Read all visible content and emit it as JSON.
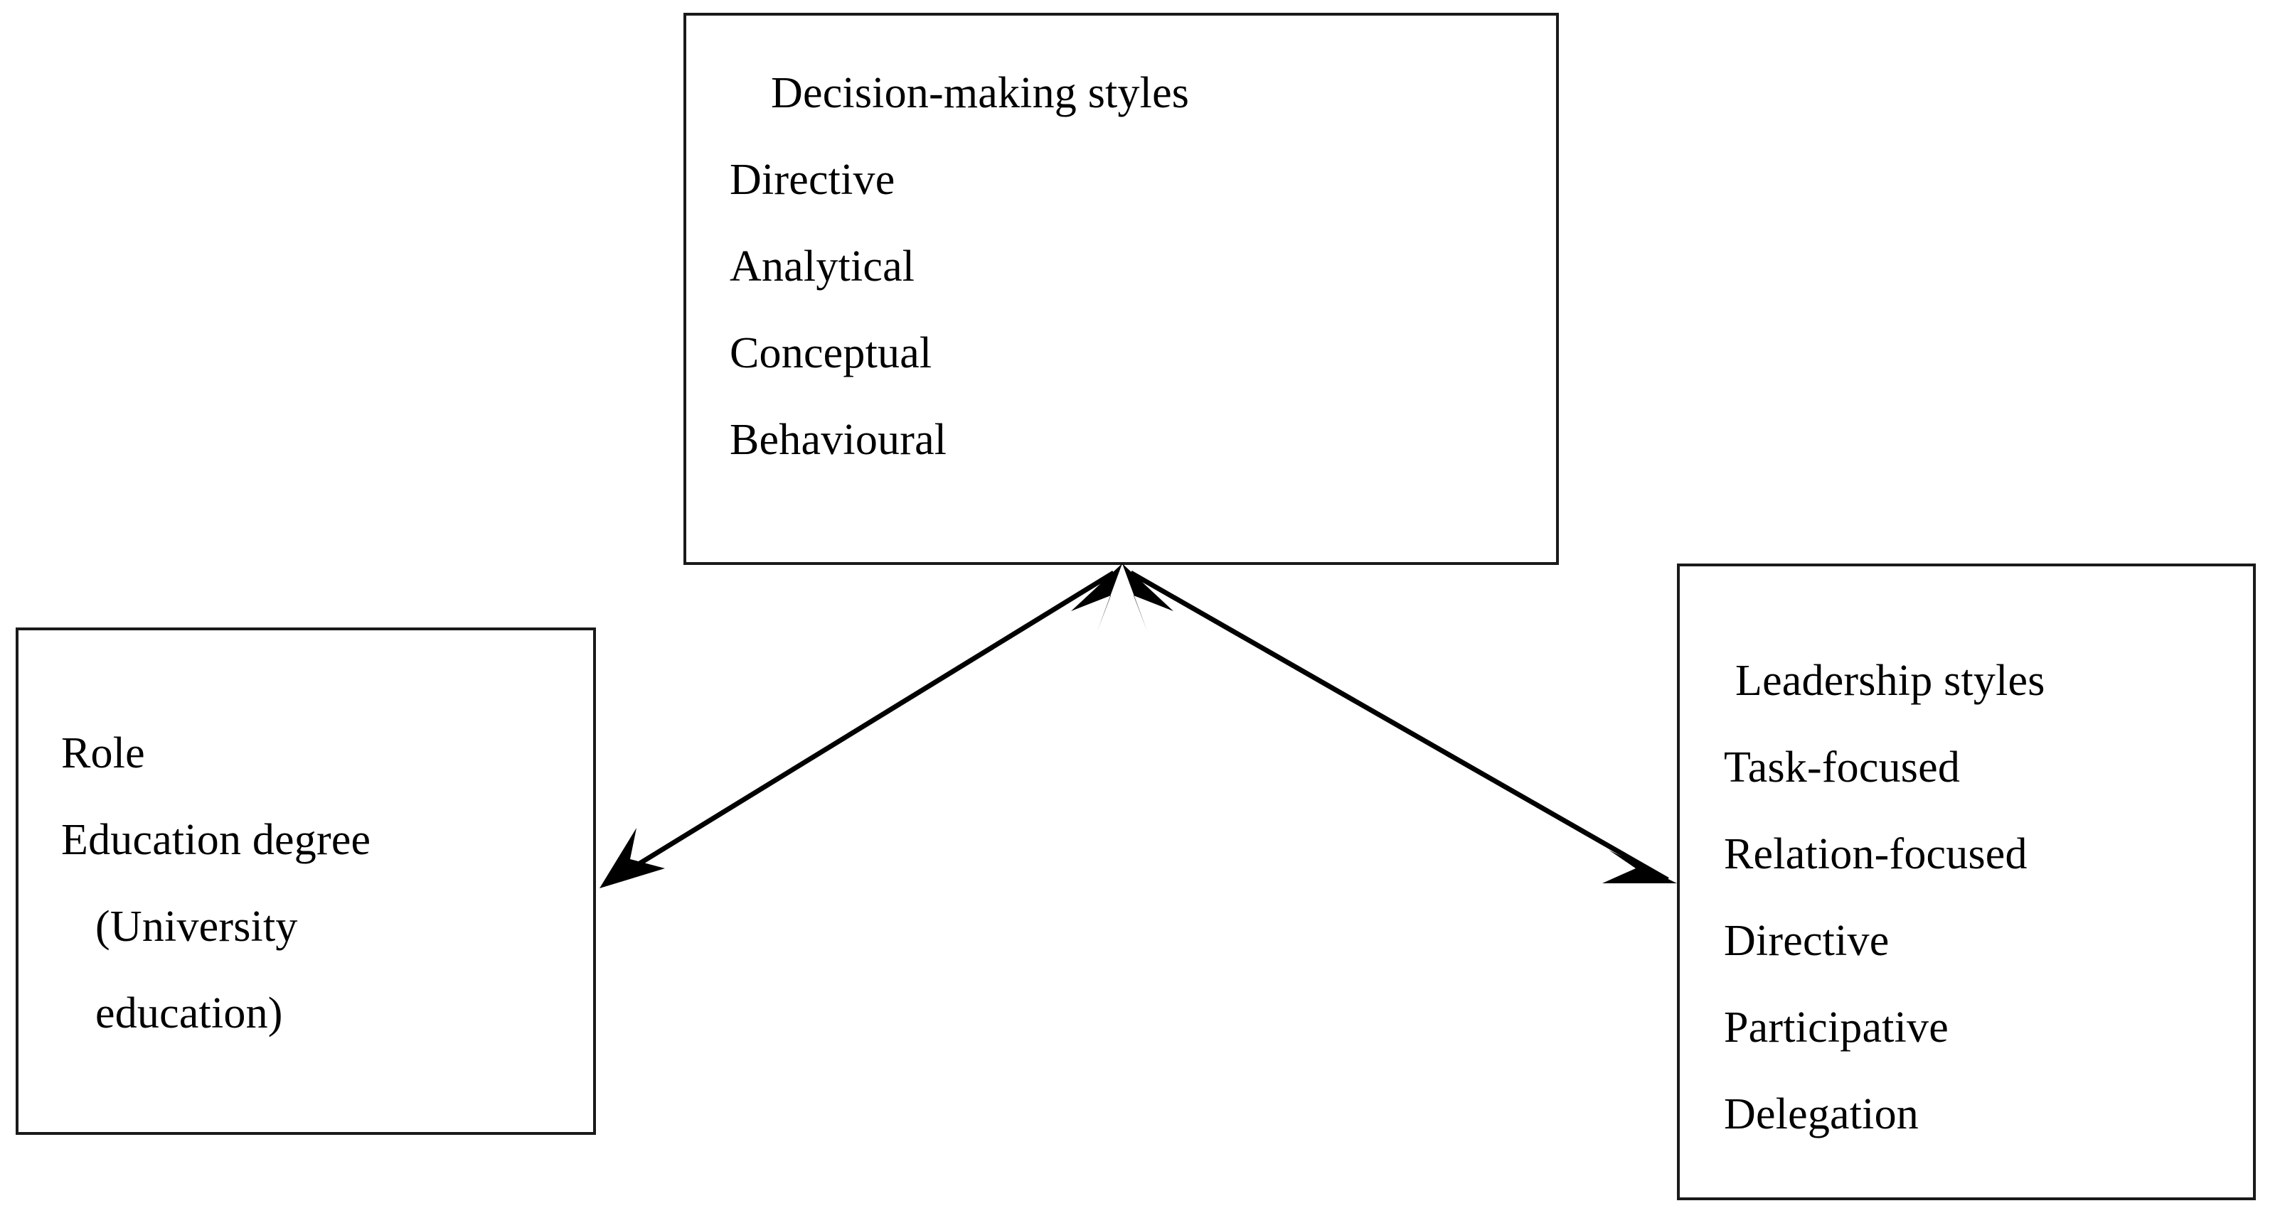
{
  "diagram": {
    "title": "",
    "background_color": "#ffffff",
    "line_color": "#1a1a1a",
    "text_color": "#000000",
    "boxes": [
      {
        "id": "decision-making-styles",
        "title": "Decision-making styles",
        "items": [
          "Directive",
          "Analytical",
          "Conceptual",
          "Behavioural"
        ]
      },
      {
        "id": "role-education",
        "title": "",
        "items": [
          "Role",
          "Education degree",
          "(University",
          "education)"
        ]
      },
      {
        "id": "leadership-styles",
        "title": "Leadership styles",
        "items": [
          "Task-focused",
          "Relation-focused",
          "Directive",
          "Participative",
          "Delegation"
        ]
      }
    ],
    "connectors": [
      {
        "id": "role-to-decision",
        "from": "role-education",
        "to": "decision-making-styles",
        "style": "double-headed-arrow"
      },
      {
        "id": "decision-to-leadership",
        "from": "decision-making-styles",
        "to": "leadership-styles",
        "style": "double-headed-arrow"
      }
    ]
  }
}
